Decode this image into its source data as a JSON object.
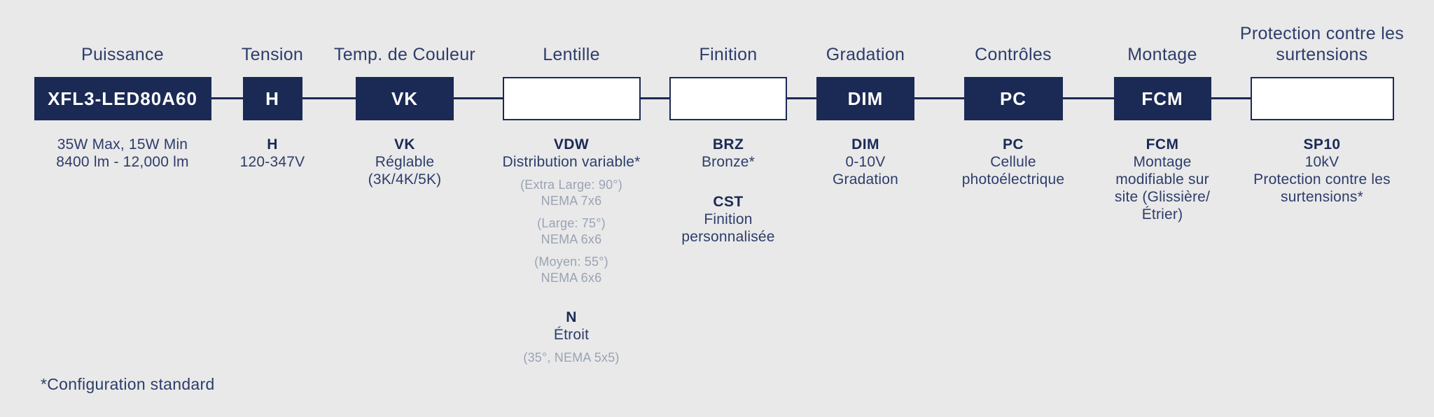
{
  "colors": {
    "background": "#e9e9e9",
    "accent_navy": "#1b2a55",
    "text_navy": "#2d3d6b",
    "note_gray": "#9aa3b4",
    "box_empty_fill": "#ffffff"
  },
  "footnote": "*Configuration standard",
  "columns": [
    {
      "name": "puissance",
      "header": "Puissance",
      "box": {
        "label": "XFL3-LED80A60"
      },
      "options": [
        {
          "desc": [
            "35W Max, 15W Min",
            "8400 lm - 12,000 lm"
          ],
          "notes": []
        }
      ]
    },
    {
      "name": "tension",
      "header": "Tension",
      "box": {
        "label": "H"
      },
      "options": [
        {
          "code": "H",
          "desc": [
            "120-347V"
          ],
          "notes": []
        }
      ]
    },
    {
      "name": "temp-de-couleur",
      "header": "Temp. de Couleur",
      "box": {
        "label": "VK"
      },
      "options": [
        {
          "code": "VK",
          "desc": [
            "Réglable",
            "(3K/4K/5K)"
          ],
          "notes": []
        }
      ]
    },
    {
      "name": "lentille",
      "header": "Lentille",
      "box": {
        "label": ""
      },
      "options": [
        {
          "code": "VDW",
          "desc": [
            "Distribution variable*"
          ],
          "notes": [
            [
              "(Extra Large: 90°)",
              "NEMA 7x6"
            ],
            [
              "(Large: 75°)",
              "NEMA 6x6"
            ],
            [
              "(Moyen: 55°)",
              "NEMA 6x6"
            ]
          ]
        },
        {
          "code": "N",
          "desc": [
            "Étroit"
          ],
          "notes": [
            [
              "(35°, NEMA 5x5)"
            ]
          ]
        }
      ]
    },
    {
      "name": "finition",
      "header": "Finition",
      "box": {
        "label": ""
      },
      "options": [
        {
          "code": "BRZ",
          "desc": [
            "Bronze*"
          ],
          "notes": []
        },
        {
          "code": "CST",
          "desc": [
            "Finition",
            "personnalisée"
          ],
          "notes": []
        }
      ]
    },
    {
      "name": "gradation",
      "header": "Gradation",
      "box": {
        "label": "DIM"
      },
      "options": [
        {
          "code": "DIM",
          "desc": [
            "0-10V",
            "Gradation"
          ],
          "notes": []
        }
      ]
    },
    {
      "name": "controles",
      "header": "Contrôles",
      "box": {
        "label": "PC"
      },
      "options": [
        {
          "code": "PC",
          "desc": [
            "Cellule",
            "photoélectrique"
          ],
          "notes": []
        }
      ]
    },
    {
      "name": "montage",
      "header": "Montage",
      "box": {
        "label": "FCM"
      },
      "options": [
        {
          "code": "FCM",
          "desc": [
            "Montage",
            "modifiable sur",
            "site (Glissière/",
            "Étrier)"
          ],
          "notes": []
        }
      ]
    },
    {
      "name": "protection-surtensions",
      "header": "Protection contre les surtensions",
      "box": {
        "label": ""
      },
      "options": [
        {
          "code": "SP10",
          "desc": [
            "10kV",
            "Protection contre les",
            "surtensions*"
          ],
          "notes": []
        }
      ]
    }
  ]
}
